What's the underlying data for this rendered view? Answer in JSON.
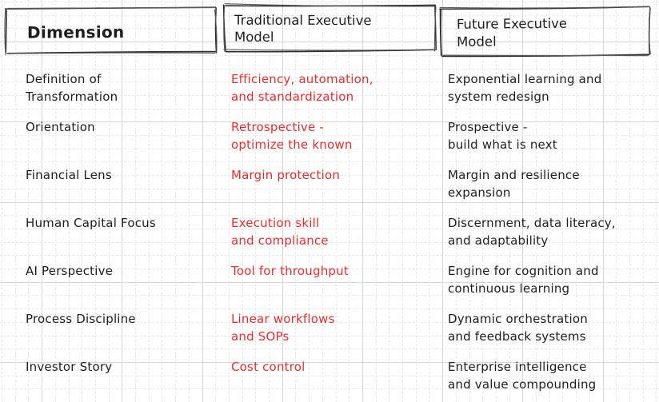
{
  "theme": {
    "ink": "#1e1e1e",
    "accent_red": "#e03131",
    "grid_minor": "#e7e7e7",
    "grid_major": "#d7d7d7",
    "background": "#ffffff"
  },
  "headers": {
    "dimension": {
      "label": "Dimension"
    },
    "traditional": {
      "label": "Traditional Executive\nModel"
    },
    "future": {
      "label": "Future Executive\nModel"
    }
  },
  "rows": [
    {
      "dimension": "Definition of\nTransformation",
      "traditional": "Efficiency, automation,\nand standardization",
      "future": "Exponential learning and\nsystem redesign"
    },
    {
      "dimension": "Orientation",
      "traditional": "Retrospective -\noptimize the known",
      "future": "Prospective -\nbuild what is next"
    },
    {
      "dimension": "Financial Lens",
      "traditional": "Margin protection",
      "future": "Margin and resilience\nexpansion"
    },
    {
      "dimension": "Human Capital Focus",
      "traditional": "Execution skill\nand compliance",
      "future": "Discernment, data literacy,\nand adaptability"
    },
    {
      "dimension": "AI Perspective",
      "traditional": "Tool for throughput",
      "future": "Engine for cognition and\ncontinuous learning"
    },
    {
      "dimension": "Process Discipline",
      "traditional": "Linear workflows\nand SOPs",
      "future": "Dynamic orchestration\nand feedback systems"
    },
    {
      "dimension": "Investor Story",
      "traditional": "Cost control",
      "future": "Enterprise intelligence\nand value compounding"
    }
  ]
}
